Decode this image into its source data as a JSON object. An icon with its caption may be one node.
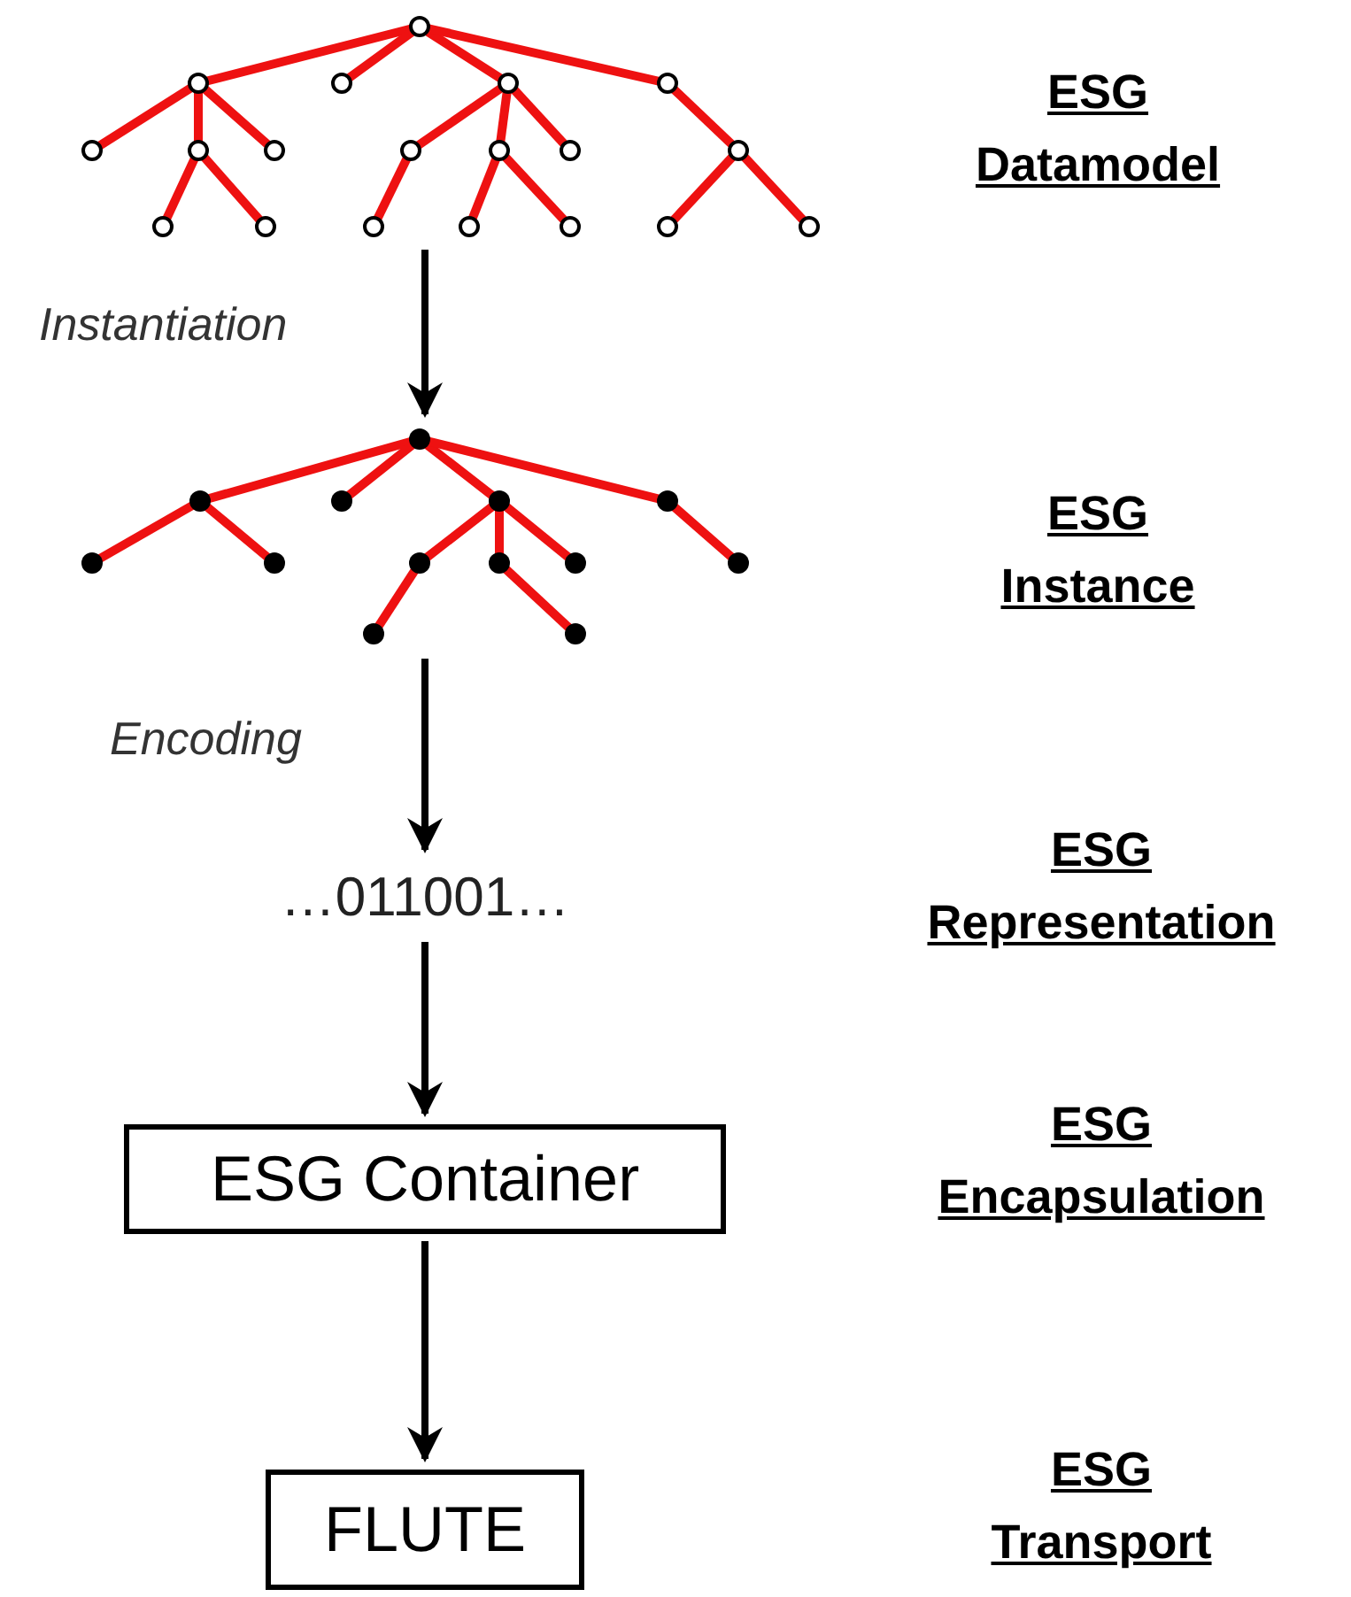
{
  "diagram": {
    "nodes": [
      {
        "text": [],
        "shape": "picture"
      },
      {
        "text": [],
        "shape": "picture"
      },
      {
        "text": [
          "…011001…"
        ]
      },
      {
        "text": [
          "ESG Container"
        ]
      },
      {
        "text": [
          "FLUTE"
        ]
      }
    ],
    "edges": [
      {
        "from": 0,
        "to": 1,
        "arrow": "to",
        "label": "Instantiation"
      },
      {
        "from": 1,
        "to": 2,
        "arrow": "to",
        "label": "Encoding"
      },
      {
        "from": 2,
        "to": 3,
        "arrow": "to"
      },
      {
        "from": 3,
        "to": 4,
        "arrow": "to"
      }
    ],
    "labels": [
      "ESG Datamodel",
      "ESG Instance",
      "ESG Representation",
      "ESG Encapsulation",
      "ESG Transport"
    ]
  }
}
